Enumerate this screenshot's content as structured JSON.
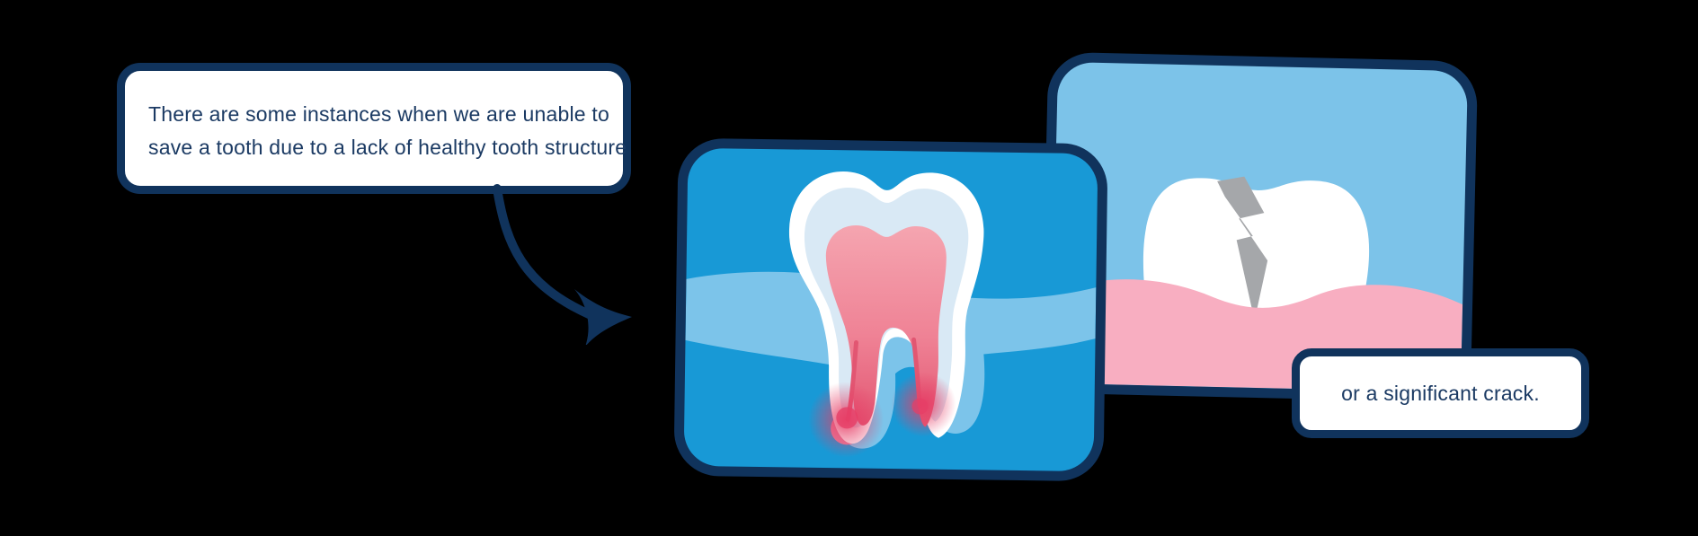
{
  "colors": {
    "page-bg": "#000000",
    "navy": "#10335c",
    "text-navy": "#1b3a63",
    "white": "#ffffff",
    "panel-blue": "#1899d6",
    "band-blue": "#7cc4ea",
    "light-blue": "#7cc3e9",
    "dentin": "#d9e9f5",
    "pulp-pink": "#f5a5b0",
    "pulp-mid": "#ef8295",
    "pulp-red": "#e25672",
    "glow-red": "#e63e66",
    "abscess-pink": "#f0809d",
    "gum-pink": "#f8aec1",
    "crack-gray": "#a5a7aa"
  },
  "callouts": {
    "structure": {
      "line1": "There are some instances when we are unable to",
      "line2": "save a tooth due to a lack of healthy tooth structure"
    },
    "crack": {
      "text": "or a significant crack."
    }
  },
  "icons": {
    "arrow": "curved-arrow-icon",
    "infected_tooth": "tooth-cross-section-illustration",
    "cracked_tooth": "cracked-tooth-illustration"
  }
}
